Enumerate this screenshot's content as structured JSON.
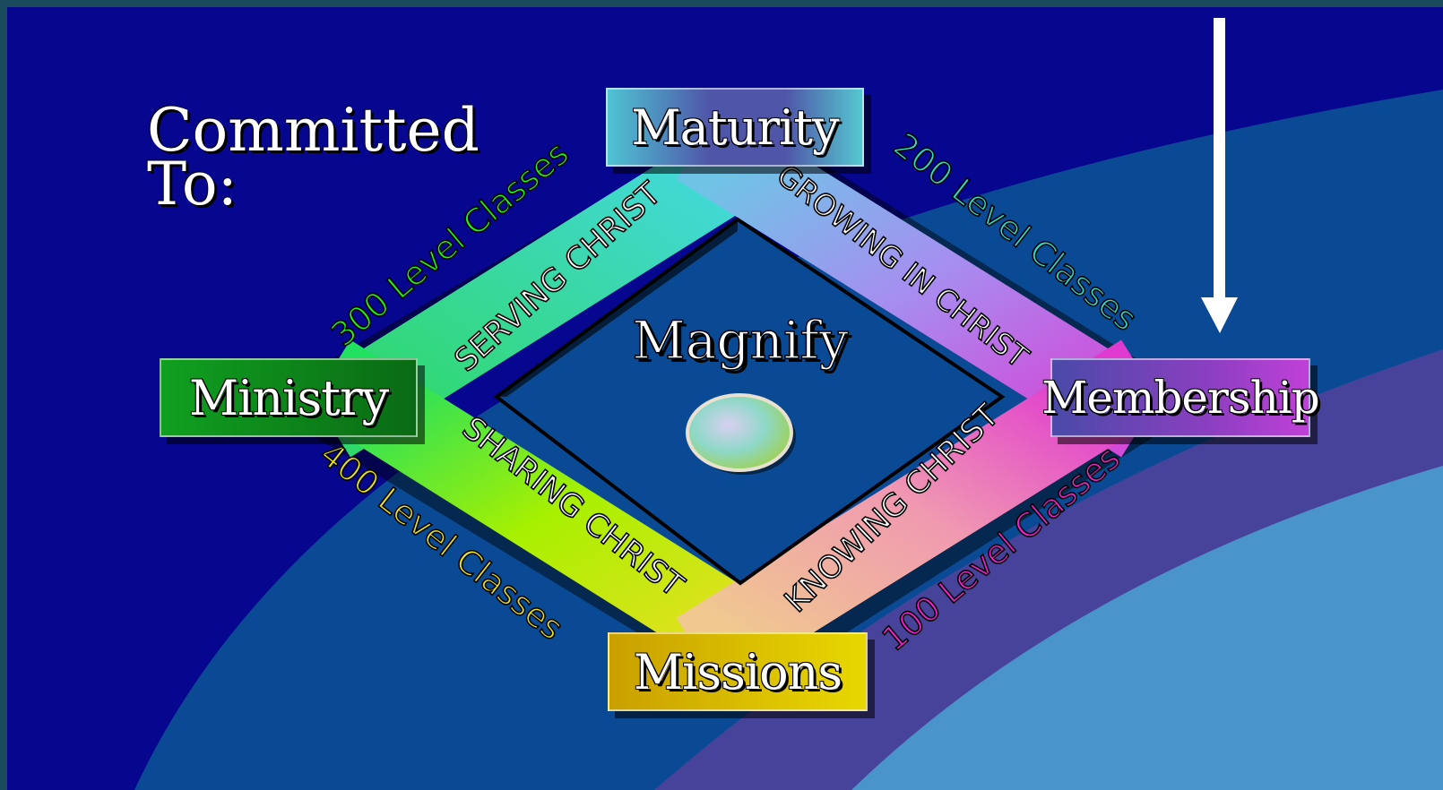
{
  "heading": {
    "line1": "Committed",
    "line2": "To:"
  },
  "center": {
    "label": "Magnify"
  },
  "corners": {
    "top": {
      "label": "Maturity"
    },
    "left": {
      "label": "Ministry"
    },
    "right": {
      "label": "Membership"
    },
    "bottom": {
      "label": "Missions"
    }
  },
  "inner_edges": {
    "top_left": "SERVING CHRIST",
    "top_right": "GROWING IN CHRIST",
    "bottom_left": "SHARING CHRIST",
    "bottom_right": "KNOWING CHRIST"
  },
  "outer_edges": {
    "top_left": "300 Level Classes",
    "top_right": "200 Level Classes",
    "bottom_left": "400 Level Classes",
    "bottom_right": "100 Level Classes"
  },
  "colors": {
    "background": "#06068f",
    "arc_mid": "#0a4a94",
    "arc_purple": "#47439a",
    "arc_light": "#4a94cc",
    "maturity": "#5a5fae",
    "ministry": "#0a8a1a",
    "membership": "#8a3fc0",
    "missions": "#c9b400",
    "green_text": "#22ee22",
    "cyan_text": "#33d6c8",
    "yellow_text": "#e8e02a",
    "magenta_text": "#ee22cc"
  }
}
